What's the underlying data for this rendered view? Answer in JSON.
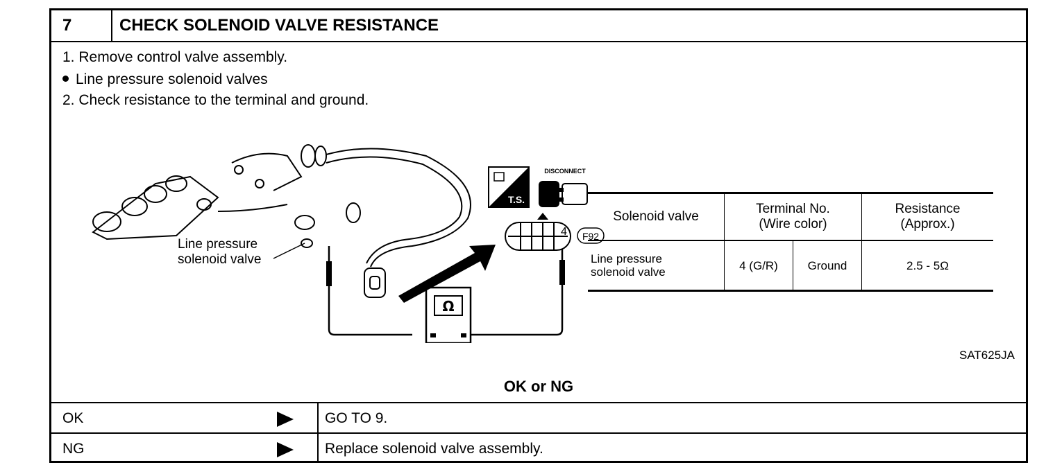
{
  "header": {
    "number": "7",
    "title": "CHECK SOLENOID VALVE RESISTANCE"
  },
  "steps": {
    "s1": "1.  Remove control valve assembly.",
    "s2": "Line pressure solenoid valves",
    "s3": "2.  Check resistance to the terminal and ground."
  },
  "illustration": {
    "callout_line1": "Line pressure",
    "callout_line2": "solenoid valve",
    "disconnect_label": "DISCONNECT",
    "ts_label": "T.S.",
    "connector_code": "F92",
    "terminal_number": "4",
    "meter_symbol": "Ω"
  },
  "spec_table": {
    "headers": {
      "valve": "Solenoid valve",
      "terminal_l1": "Terminal No.",
      "terminal_l2": "(Wire color)",
      "resistance_l1": "Resistance",
      "resistance_l2": "(Approx.)"
    },
    "row": {
      "valve_l1": "Line pressure",
      "valve_l2": "solenoid valve",
      "terminal": "4 (G/R)",
      "ground": "Ground",
      "resistance": "2.5 - 5Ω"
    }
  },
  "figure_ref": "SAT625JA",
  "result_prompt": "OK or NG",
  "results": [
    {
      "label": "OK",
      "action": "GO TO 9."
    },
    {
      "label": "NG",
      "action": "Replace solenoid valve assembly."
    }
  ]
}
